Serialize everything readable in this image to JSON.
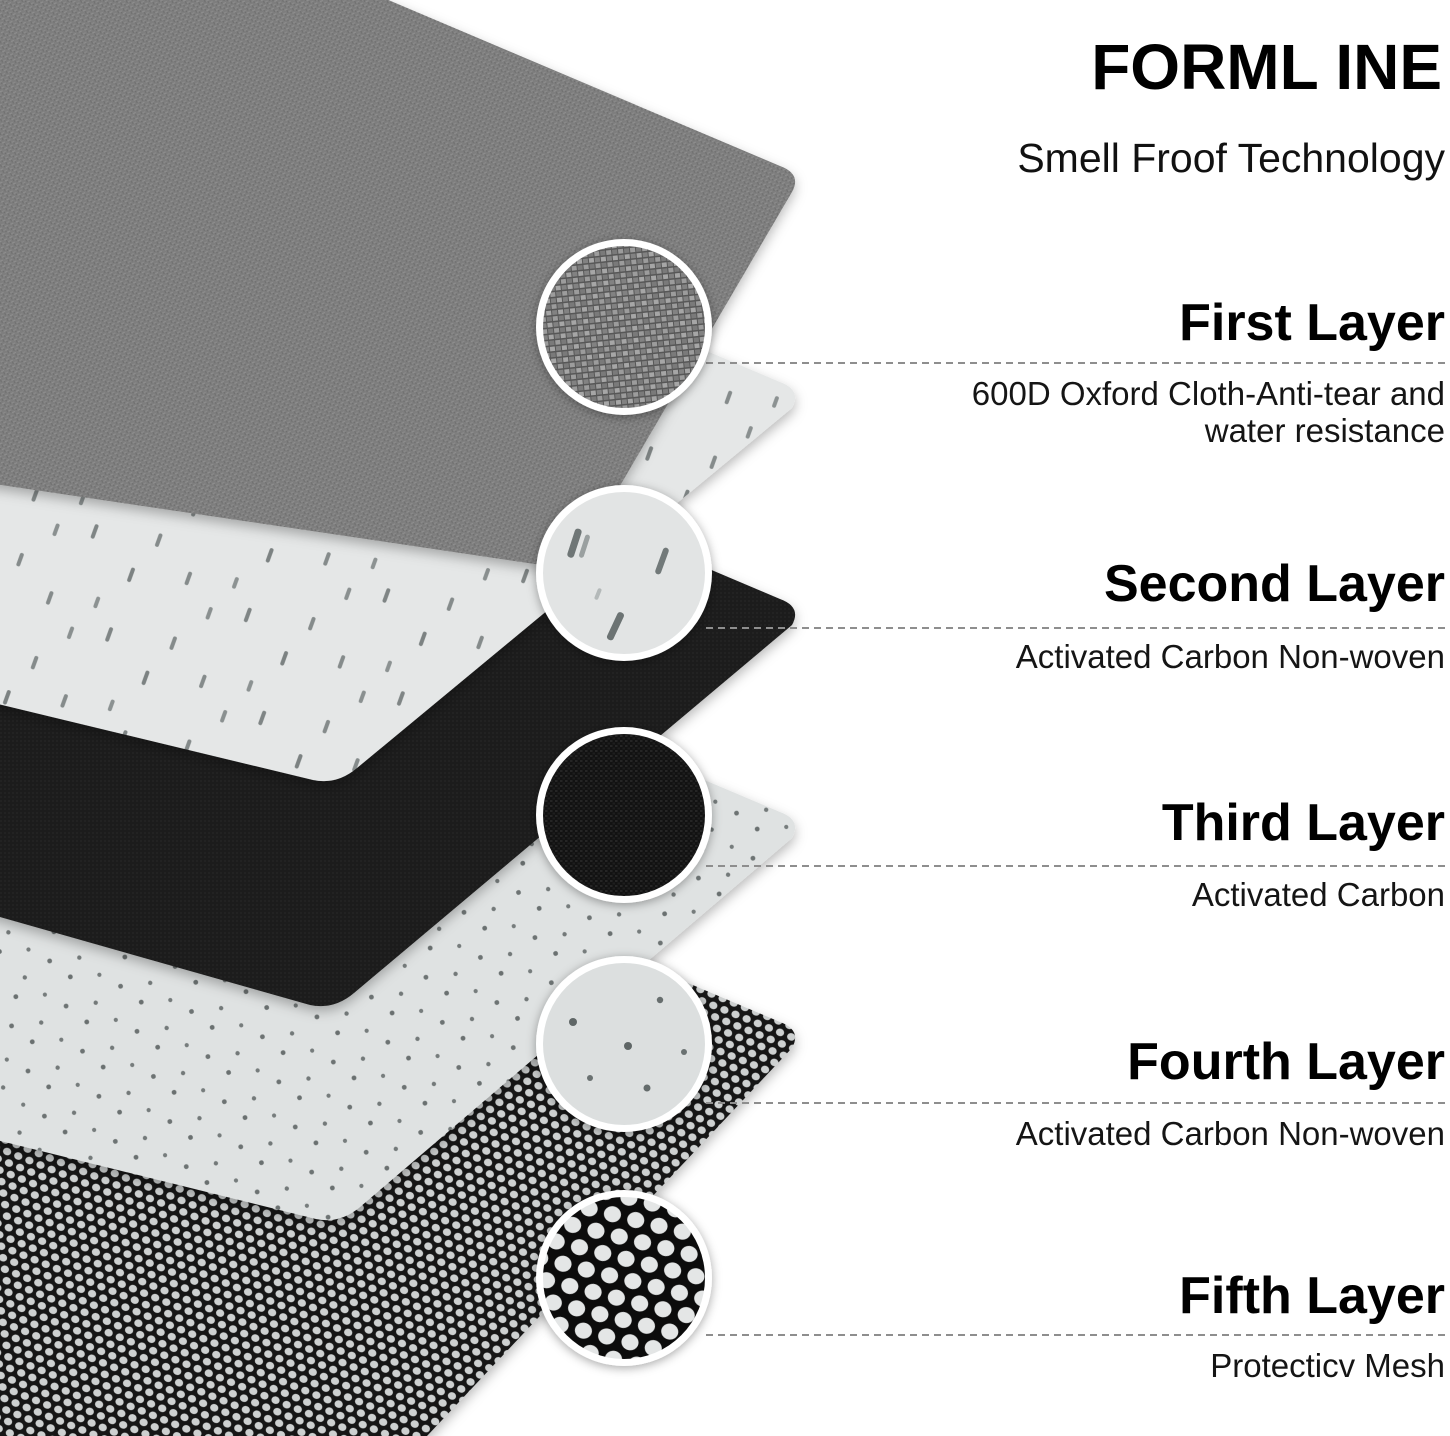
{
  "brand": {
    "title": "FORML INE",
    "subtitle": "Smell Froof Technology"
  },
  "layers": [
    {
      "name": "First Layer",
      "description": [
        "600D Oxford Cloth-Anti-tear and",
        "water resistance"
      ]
    },
    {
      "name": "Second Layer",
      "description": [
        "Activated Carbon Non-woven"
      ]
    },
    {
      "name": "Third Layer",
      "description": [
        "Activated Carbon"
      ]
    },
    {
      "name": "Fourth Layer",
      "description": [
        "Activated Carbon Non-woven"
      ]
    },
    {
      "name": "Fifth Layer",
      "description": [
        "Protecticv Mesh"
      ]
    }
  ],
  "colors": {
    "divider": "#8e8e8e",
    "fabric": "#7e7e7e",
    "non_woven": "#e5e7e7",
    "carbon": "#1d1d1d",
    "non_woven_dotted": "#dfe2e2",
    "mesh": "#131313"
  }
}
